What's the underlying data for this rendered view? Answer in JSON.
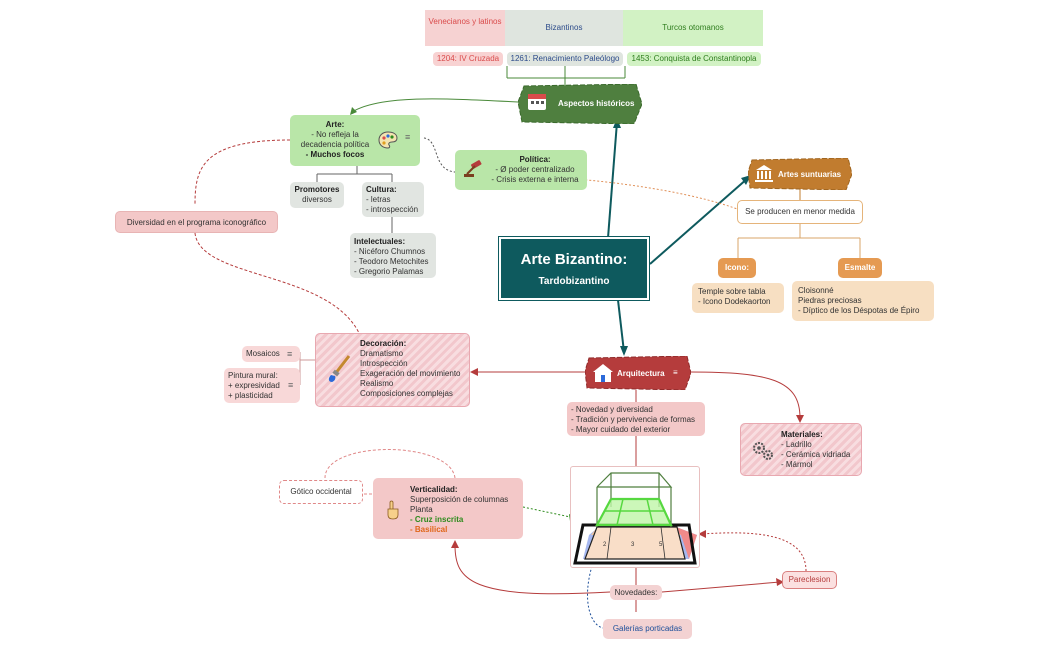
{
  "timeline": {
    "headers": [
      "Venecianos y latinos",
      "Bizantinos",
      "Turcos otomanos"
    ],
    "events": [
      "1204: IV Cruzada",
      "1261: Renacimiento Paleólogo",
      "1453: Conquista de Constantinopla"
    ]
  },
  "central": {
    "title": "Arte Bizantino:",
    "subtitle": "Tardobizantino"
  },
  "aspectos": {
    "label": "Aspectos históricos"
  },
  "arte": {
    "title": "Arte:",
    "items": [
      "- No refleja la decadencia política",
      "- Muchos focos"
    ]
  },
  "politica": {
    "title": "Política:",
    "items": [
      "- Ø poder centralizado",
      "- Crisis externa e interna"
    ]
  },
  "promotores": {
    "title": "Promotores",
    "sub": "diversos"
  },
  "cultura": {
    "title": "Cultura:",
    "items": [
      "- letras",
      "- introspección"
    ]
  },
  "intelectuales": {
    "title": "Intelectuales:",
    "items": [
      "- Nicéforo Chumnos",
      "- Teodoro Metochites",
      "- Gregorio Palamas"
    ]
  },
  "diversidad": {
    "label": "Diversidad en el programa iconográfico"
  },
  "suntuarias": {
    "label": "Artes suntuarias",
    "producen": "Se producen en menor medida",
    "icono": {
      "label": "Icono:",
      "items": [
        "Temple sobre tabla",
        "- Icono Dodekaorton"
      ]
    },
    "esmalte": {
      "label": "Esmalte",
      "items": [
        "Cloisonné",
        "Piedras preciosas",
        "- Díptico de los Déspotas de Épiro"
      ]
    }
  },
  "decoracion": {
    "title": "Decoración:",
    "items": [
      "Dramatismo",
      "Introspección",
      "Exageración del movimiento",
      "Realismo",
      "Composiciones complejas"
    ],
    "mosaicos": "Mosaicos",
    "pintura": [
      "Pintura mural:",
      "+ expresividad",
      "+ plasticidad"
    ]
  },
  "arquitectura": {
    "label": "Arquitectura",
    "items": [
      "- Novedad y diversidad",
      "- Tradición y pervivencia de formas",
      "- Mayor cuidado del exterior"
    ]
  },
  "materiales": {
    "title": "Materiales:",
    "items": [
      "- Ladrillo",
      "- Cerámica vidriada",
      "- Mármol"
    ]
  },
  "verticalidad": {
    "title": "Verticalidad:",
    "items": [
      "Superposición de columnas",
      "Planta"
    ],
    "cruz": "- Cruz inscrita",
    "basilical": "- Basilical"
  },
  "gotico": {
    "label": "Gótico occidental"
  },
  "novedades": {
    "label": "Novedades:"
  },
  "pareclesion": {
    "label": "Pareclesion"
  },
  "galerias": {
    "label": "Galerías porticadas"
  },
  "image": {
    "center_number": "3",
    "left_number": "2",
    "right_number": "5"
  },
  "colors": {
    "teal": "#0e5a5e",
    "green_dark": "#4f7f3f",
    "red_dark": "#b53c3c",
    "brown": "#c17c2f",
    "accent_green": "#2e8b1d",
    "accent_orange": "#e0661b"
  },
  "icons": [
    "calendar-icon",
    "palette-icon",
    "gavel-icon",
    "bank-icon",
    "paintbrush-icon",
    "house-icon",
    "gears-icon",
    "pointing-hand-icon",
    "notes-icon"
  ]
}
